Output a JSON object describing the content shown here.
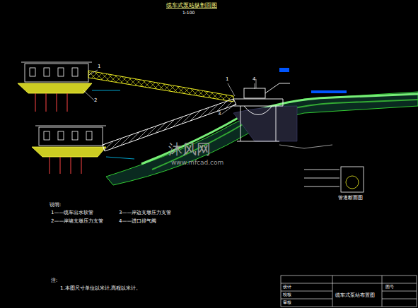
{
  "diagram": {
    "title": "缆车式泵站纵剖面图",
    "labels": [
      "1:100",
      "1",
      "2",
      "1",
      "4",
      "3",
      "说明:",
      "1——缆车出水软管",
      "3——岸边支墩压力支管",
      "2——岸墙支墩压力支管",
      "4——进口排气阀",
      "注:",
      "1.本图尺寸单位以米计,高程以米计。",
      "管道断面图",
      "沐风网",
      "www.mfcad.com",
      "缆车式泵站布置图",
      "设计",
      "校核",
      "审核",
      "图号"
    ]
  }
}
